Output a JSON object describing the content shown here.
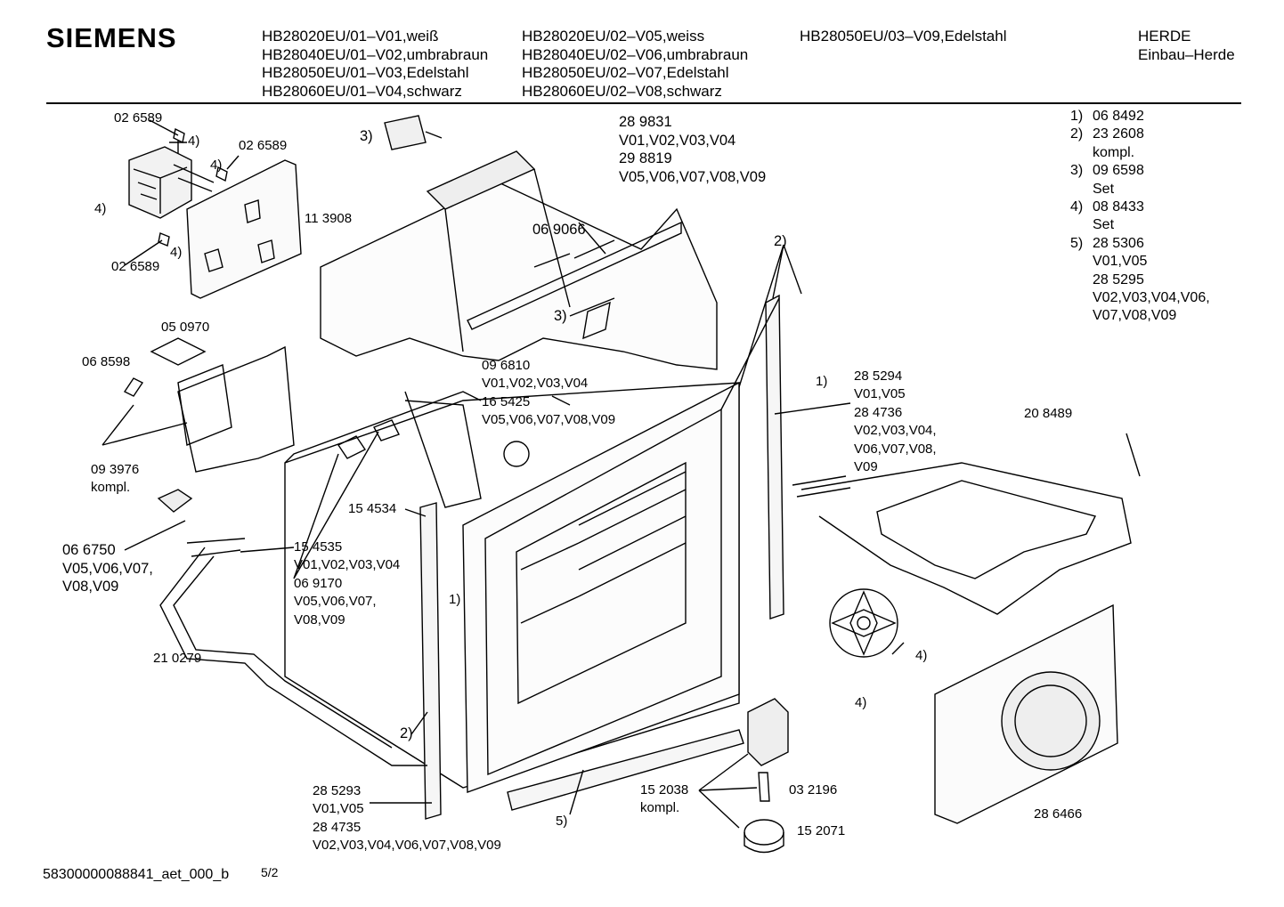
{
  "header": {
    "brand": "SIEMENS",
    "models_col1": [
      "HB28020EU/01–V01,weiß",
      "HB28040EU/01–V02,umbrabraun",
      "HB28050EU/01–V03,Edelstahl",
      "HB28060EU/01–V04,schwarz"
    ],
    "models_col2": [
      "HB28020EU/02–V05,weiss",
      "HB28040EU/02–V06,umbrabraun",
      "HB28050EU/02–V07,Edelstahl",
      "HB28060EU/02–V08,schwarz"
    ],
    "models_col3": [
      "HB28050EU/03–V09,Edelstahl"
    ],
    "category": [
      "HERDE",
      "Einbau–Herde"
    ]
  },
  "notes": [
    {
      "num": "1)",
      "lines": [
        "06 8492"
      ]
    },
    {
      "num": "2)",
      "lines": [
        "23 2608",
        "kompl."
      ]
    },
    {
      "num": "3)",
      "lines": [
        "09 6598",
        "Set"
      ]
    },
    {
      "num": "4)",
      "lines": [
        "08 8433",
        "Set"
      ]
    },
    {
      "num": "5)",
      "lines": [
        "28 5306",
        "V01,V05",
        "28 5295",
        "V02,V03,V04,V06,",
        "V07,V08,V09"
      ]
    }
  ],
  "labels": {
    "l_026589_a": [
      "02 6589"
    ],
    "l_4_a": [
      "4)"
    ],
    "l_026589_b": [
      "02 6589"
    ],
    "l_4_b": [
      "4)"
    ],
    "l_4_c": [
      "4)"
    ],
    "l_4_d": [
      "4)"
    ],
    "l_026589_c": [
      "02 6589"
    ],
    "l_113908": [
      "11 3908"
    ],
    "l_3_a": [
      "3)"
    ],
    "l_289831": [
      "28 9831",
      "V01,V02,V03,V04",
      "29 8819",
      "V05,V06,V07,V08,V09"
    ],
    "l_069066": [
      "06 9066"
    ],
    "l_3_b": [
      "3)"
    ],
    "l_050970": [
      "05 0970"
    ],
    "l_068598": [
      "06 8598"
    ],
    "l_096810": [
      "09 6810",
      "V01,V02,V03,V04",
      "16 5425",
      "V05,V06,V07,V08,V09"
    ],
    "l_2_top": [
      "2)"
    ],
    "l_1_right": [
      "1)"
    ],
    "l_285294": [
      "28 5294",
      "V01,V05",
      "28 4736",
      "V02,V03,V04,",
      "V06,V07,V08,",
      "V09"
    ],
    "l_208489": [
      "20 8489"
    ],
    "l_093976": [
      "09 3976",
      "kompl."
    ],
    "l_154534": [
      "15 4534"
    ],
    "l_066750": [
      "06 6750",
      "V05,V06,V07,",
      "V08,V09"
    ],
    "l_154535": [
      "15 4535",
      "V01,V02,V03,V04",
      "06 9170",
      "V05,V06,V07,",
      "V08,V09"
    ],
    "l_1_left": [
      "1)"
    ],
    "l_210279": [
      "21 0279"
    ],
    "l_4_fan": [
      "4)"
    ],
    "l_4_fan2": [
      "4)"
    ],
    "l_2_bottom": [
      "2)"
    ],
    "l_285293": [
      "28 5293",
      "V01,V05",
      "28 4735",
      "V02,V03,V04,V06,V07,V08,V09"
    ],
    "l_152038": [
      "15 2038",
      "kompl."
    ],
    "l_032196": [
      "03 2196"
    ],
    "l_5": [
      "5)"
    ],
    "l_152071": [
      "15 2071"
    ],
    "l_286466": [
      "28 6466"
    ]
  },
  "footer": {
    "code": "58300000088841_aet_000_b",
    "page": "5/2"
  }
}
